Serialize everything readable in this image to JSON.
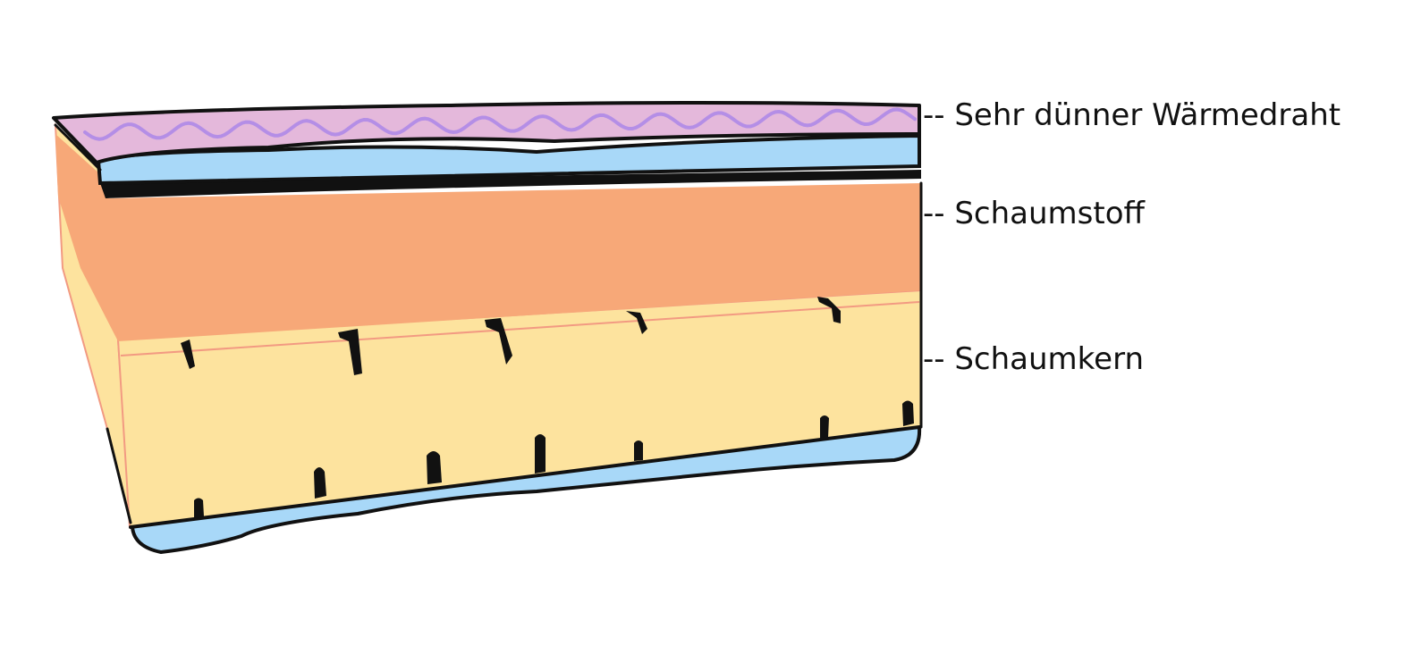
{
  "diagram": {
    "labels": [
      {
        "id": "warming-wire",
        "text": "-- Sehr dünner Wärmedraht"
      },
      {
        "id": "foam",
        "text": "-- Schaumstoff"
      },
      {
        "id": "foam-core",
        "text": "-- Schaumkern"
      }
    ],
    "colors": {
      "wire_layer": "#e4b8db",
      "wire": "#b48ee6",
      "blue_layer": "#a8d8f8",
      "foam": "#f7a878",
      "core": "#fde39e",
      "edge": "#f29a82",
      "outline": "#111111"
    }
  }
}
